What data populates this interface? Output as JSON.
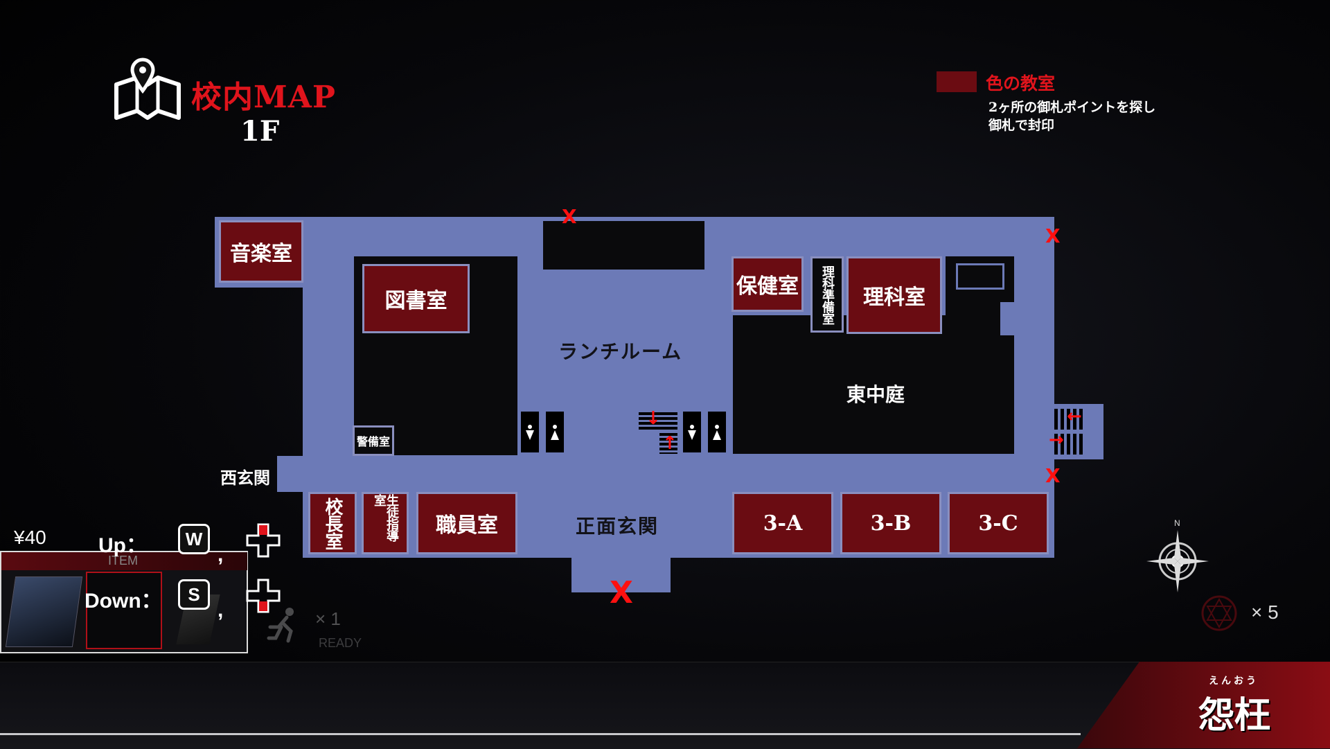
{
  "header": {
    "title": "校内MAP",
    "floor": "1F"
  },
  "legend": {
    "label": "色の教室",
    "desc_line1": "2ヶ所の御札ポイントを探し",
    "desc_line2": "御札で封印"
  },
  "rooms": {
    "music": "音楽室",
    "library": "図書室",
    "infirmary": "保健室",
    "science_prep": "理科準備室",
    "science": "理科室",
    "principal": "校長室",
    "guidance": "生徒指導室",
    "staff": "職員室",
    "class_3a": "3-A",
    "class_3b": "3-B",
    "class_3c": "3-C",
    "security": "警備室"
  },
  "areas": {
    "lunchroom": "ランチルーム",
    "east_courtyard": "東中庭",
    "front_entrance": "正面玄関",
    "west_entrance": "西玄関"
  },
  "hud": {
    "money": "¥40",
    "item_label": "ITEM",
    "up_label": "Up：",
    "down_label": "Down：",
    "up_key": "W",
    "down_key": "S",
    "comma": ",",
    "dash_count": "× 1",
    "dash_status": "READY",
    "charm_count": "× 5",
    "compass_n": "N",
    "logo_ruby": "えんおう",
    "logo_text": "怨枉"
  },
  "colors": {
    "accent_red": "#e0141c",
    "room_red": "#6a0c12",
    "floor_blue": "#6c7ab7"
  }
}
